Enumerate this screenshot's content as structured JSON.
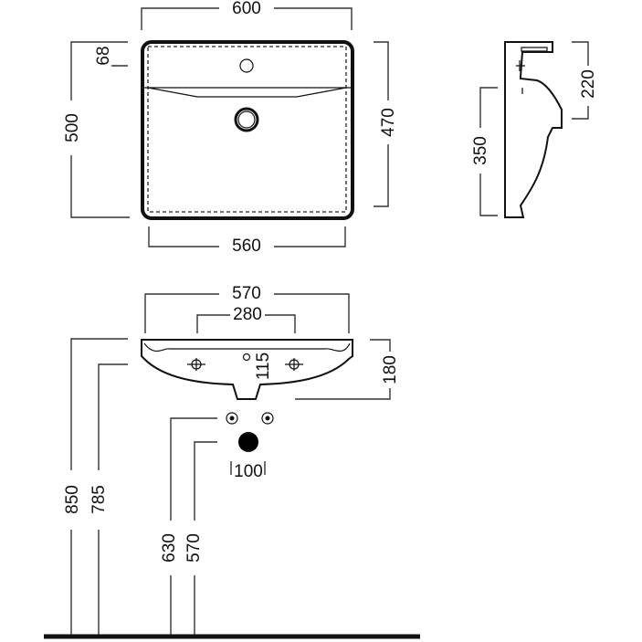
{
  "top_view": {
    "width_outer": "600",
    "width_inner": "560",
    "depth_outer": "500",
    "depth_inner": "470",
    "tap_ledge": "68"
  },
  "side_view": {
    "trap_height": "220",
    "basin_height": "350"
  },
  "front_view": {
    "width": "570",
    "tap_spacing": "280",
    "overflow_height": "115",
    "basin_depth": "180",
    "waste_spacing": "100"
  },
  "heights": {
    "rim": "850",
    "underside": "785",
    "supply": "630",
    "waste": "570"
  },
  "colors": {
    "line": "#111111"
  }
}
